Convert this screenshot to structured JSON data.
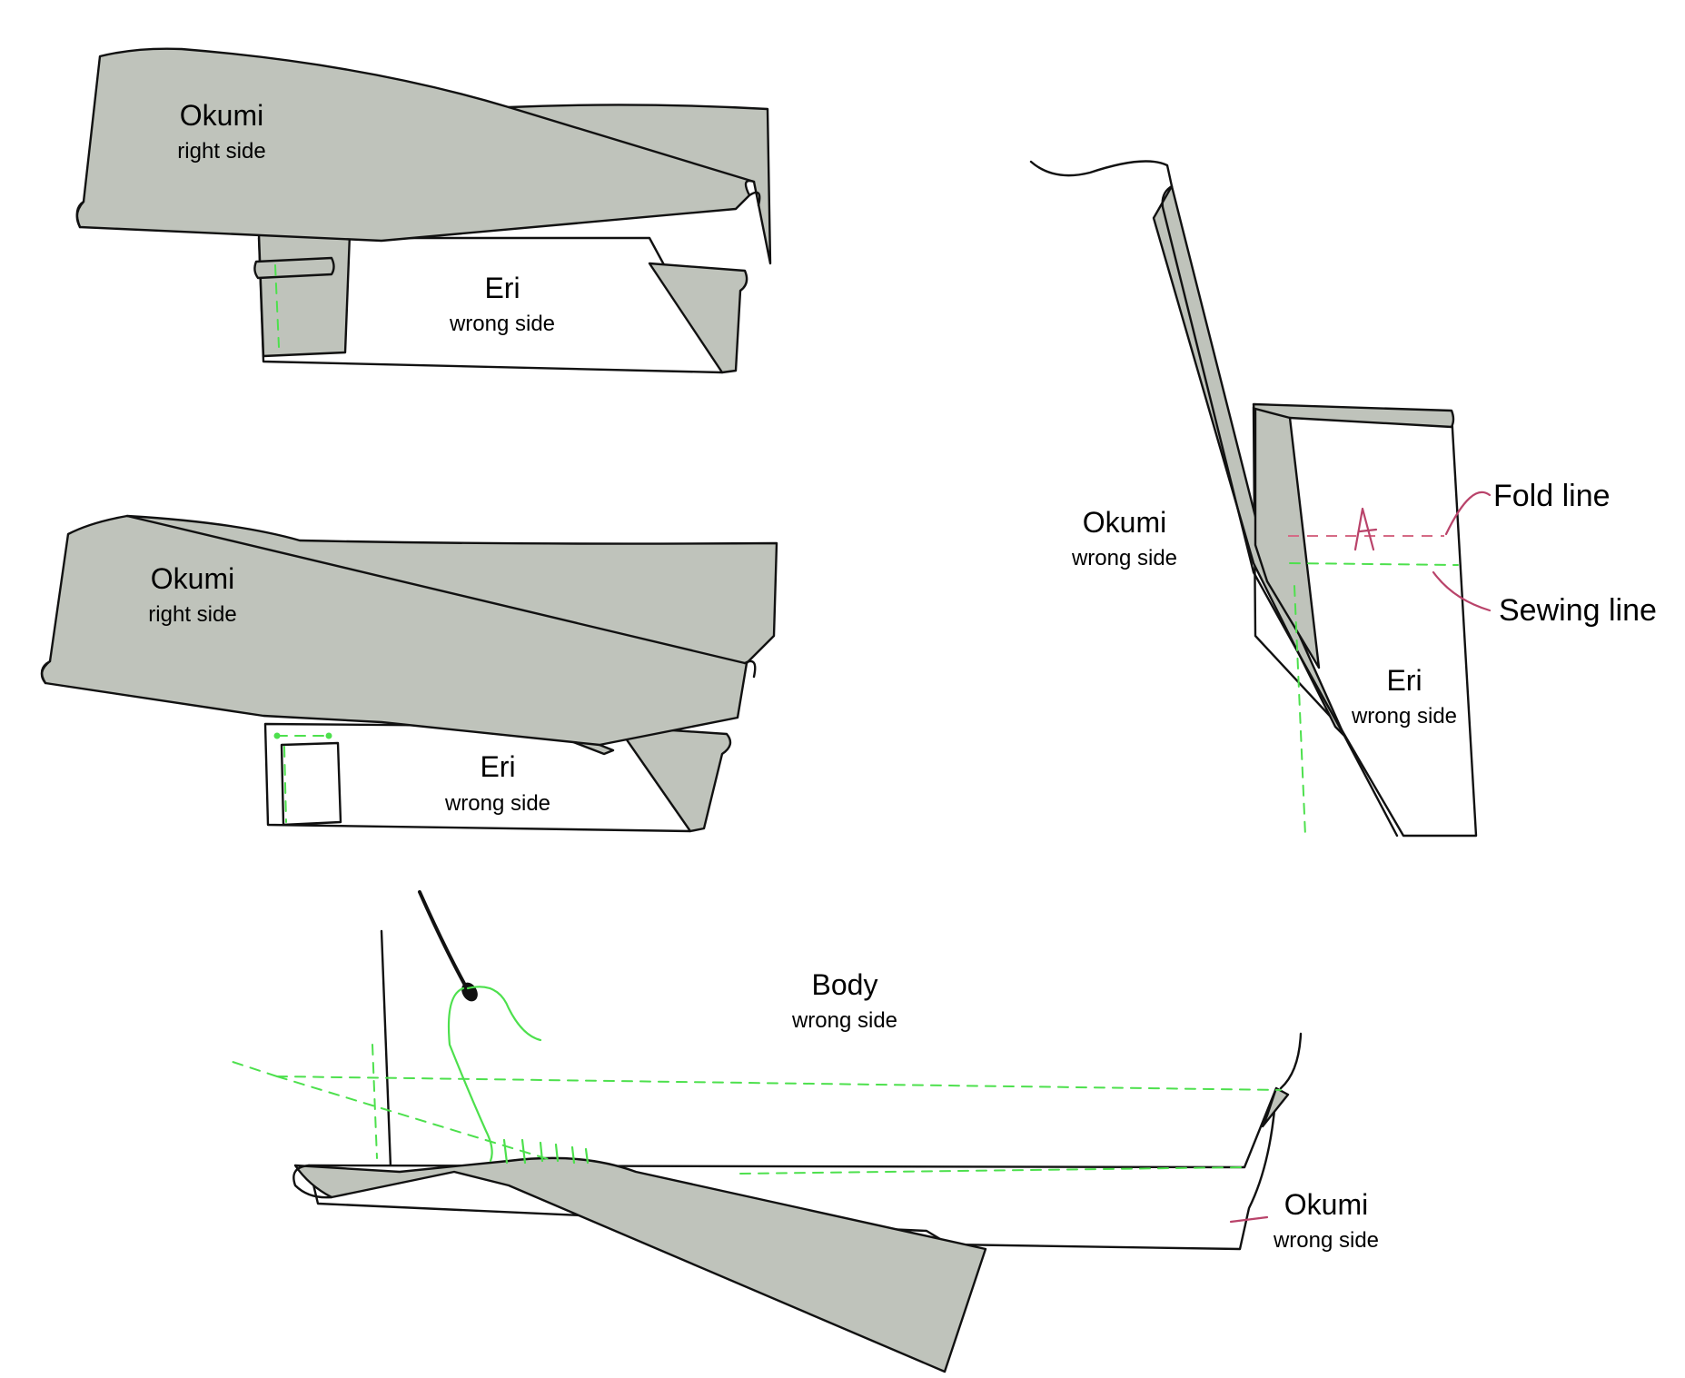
{
  "panels": {
    "top_left": {
      "okumi": {
        "name": "Okumi",
        "side": "right side"
      },
      "eri": {
        "name": "Eri",
        "side": "wrong side"
      }
    },
    "middle_left": {
      "okumi": {
        "name": "Okumi",
        "side": "right side"
      },
      "eri": {
        "name": "Eri",
        "side": "wrong side"
      }
    },
    "right": {
      "okumi": {
        "name": "Okumi",
        "side": "wrong side"
      },
      "eri": {
        "name": "Eri",
        "side": "wrong side"
      },
      "callouts": {
        "fold_line": "Fold line",
        "sewing_line": "Sewing line"
      }
    },
    "bottom": {
      "body": {
        "name": "Body",
        "side": "wrong side"
      },
      "okumi": {
        "name": "Okumi",
        "side": "wrong side"
      }
    }
  },
  "colors": {
    "fabric_right_side": "#bfc3bb",
    "sewing_line": "#4de04d",
    "fold_line": "#d56b86"
  }
}
